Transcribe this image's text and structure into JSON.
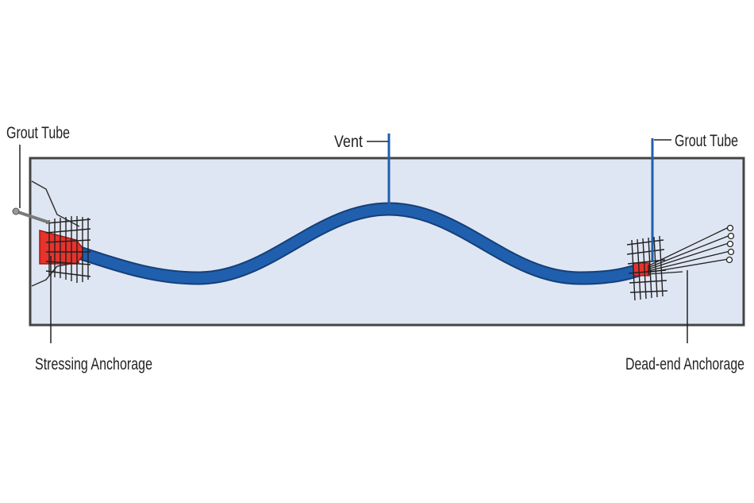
{
  "labels": {
    "grout_tube_left": "Grout Tube",
    "grout_tube_right": "Grout Tube",
    "vent": "Vent",
    "stressing_anchorage": "Stressing Anchorage",
    "dead_end_anchorage": "Dead-end Anchorage"
  },
  "colors": {
    "beam_fill": "#dfe6f3",
    "beam_border": "#444444",
    "duct": "#1f5fae",
    "duct_edge": "#163f78",
    "anchorage": "#e8322b",
    "line": "#222222"
  }
}
